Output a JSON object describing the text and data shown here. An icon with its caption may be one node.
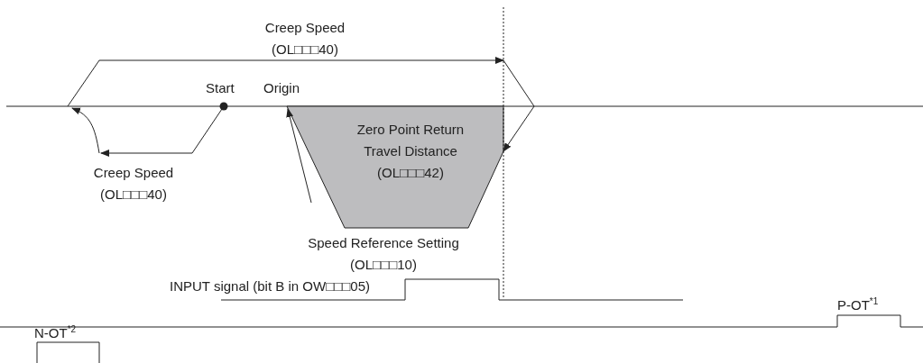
{
  "diagram": {
    "nodes": [
      {
        "text": [
          "Zero Point Return Travel Distance (OL□□□42)"
        ]
      }
    ],
    "labels": [
      "Creep Speed (OL□□□40)",
      "Start",
      "Origin",
      "Creep Speed (OL□□□40)",
      "Speed Reference Setting (OL□□□10)",
      "INPUT signal (bit B in OW□□□05)",
      "P-OT$^{*1}$",
      "N-OT$^{*2}$"
    ]
  }
}
